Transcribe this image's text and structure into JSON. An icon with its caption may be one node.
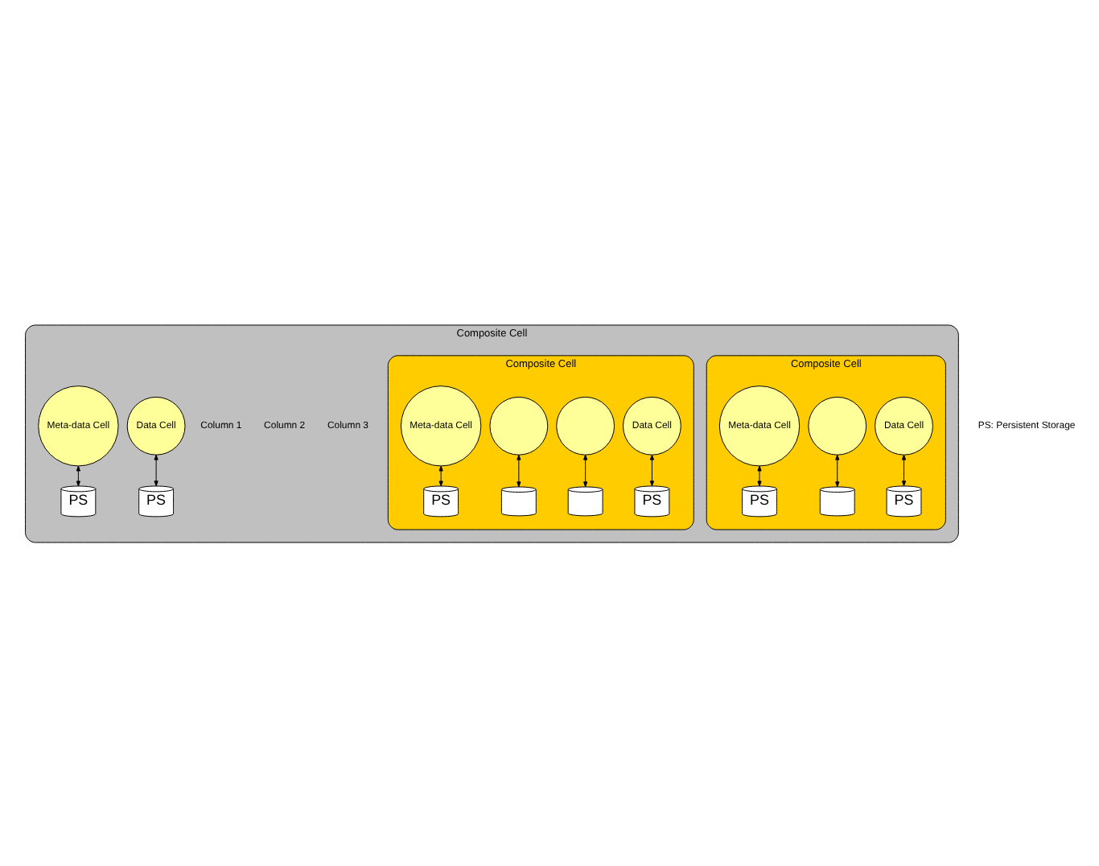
{
  "diagram": {
    "nodes": [
      {
        "text": [
          "Composite Cell"
        ]
      },
      {
        "text": [
          "Meta-data Cell"
        ],
        "in": 0
      },
      {
        "text": [
          "PS"
        ],
        "in": 0
      },
      {
        "text": [
          "Composite Cell"
        ],
        "in": 0
      },
      {
        "text": [
          "Meta-data Cell"
        ],
        "in": 3
      },
      {
        "text": [
          "PS"
        ],
        "in": 3
      },
      {
        "text": [],
        "shape": "circle",
        "in": 3
      },
      {
        "text": [],
        "shape": "circle",
        "in": 3
      },
      {
        "text": [
          "Data Cell"
        ],
        "in": 3
      },
      {
        "text": [],
        "shape": "cylinder",
        "in": 3
      },
      {
        "text": [],
        "shape": "cylinder",
        "in": 3
      },
      {
        "text": [
          "PS"
        ],
        "in": 3
      },
      {
        "text": [
          "Data Cell"
        ],
        "in": 0
      },
      {
        "text": [
          "PS"
        ],
        "in": 0
      },
      {
        "text": [
          "Composite Cell"
        ],
        "in": 0
      },
      {
        "text": [
          "Meta-data Cell"
        ],
        "in": 14
      },
      {
        "text": [
          "PS"
        ],
        "in": 14
      },
      {
        "text": [],
        "shape": "circle",
        "in": 14
      },
      {
        "text": [
          "Data Cell"
        ],
        "in": 14
      },
      {
        "text": [],
        "shape": "cylinder",
        "in": 14
      },
      {
        "text": [
          "PS"
        ],
        "in": 14
      }
    ],
    "edges": [
      {
        "from": 1,
        "to": 2,
        "arrow": "both"
      },
      {
        "from": 4,
        "to": 5,
        "arrow": "both"
      },
      {
        "from": 6,
        "to": 9,
        "arrow": "both"
      },
      {
        "from": 7,
        "to": 10,
        "arrow": "both"
      },
      {
        "from": 8,
        "to": 11,
        "arrow": "both"
      },
      {
        "from": 12,
        "to": 13,
        "arrow": "both"
      },
      {
        "from": 15,
        "to": 16,
        "arrow": "both"
      },
      {
        "from": 17,
        "to": 19,
        "arrow": "both"
      },
      {
        "from": 18,
        "to": 20,
        "arrow": "both"
      }
    ],
    "labels": [
      "Column 1",
      "Column 2",
      "Column 3",
      "PS: Persistent Storage"
    ]
  }
}
